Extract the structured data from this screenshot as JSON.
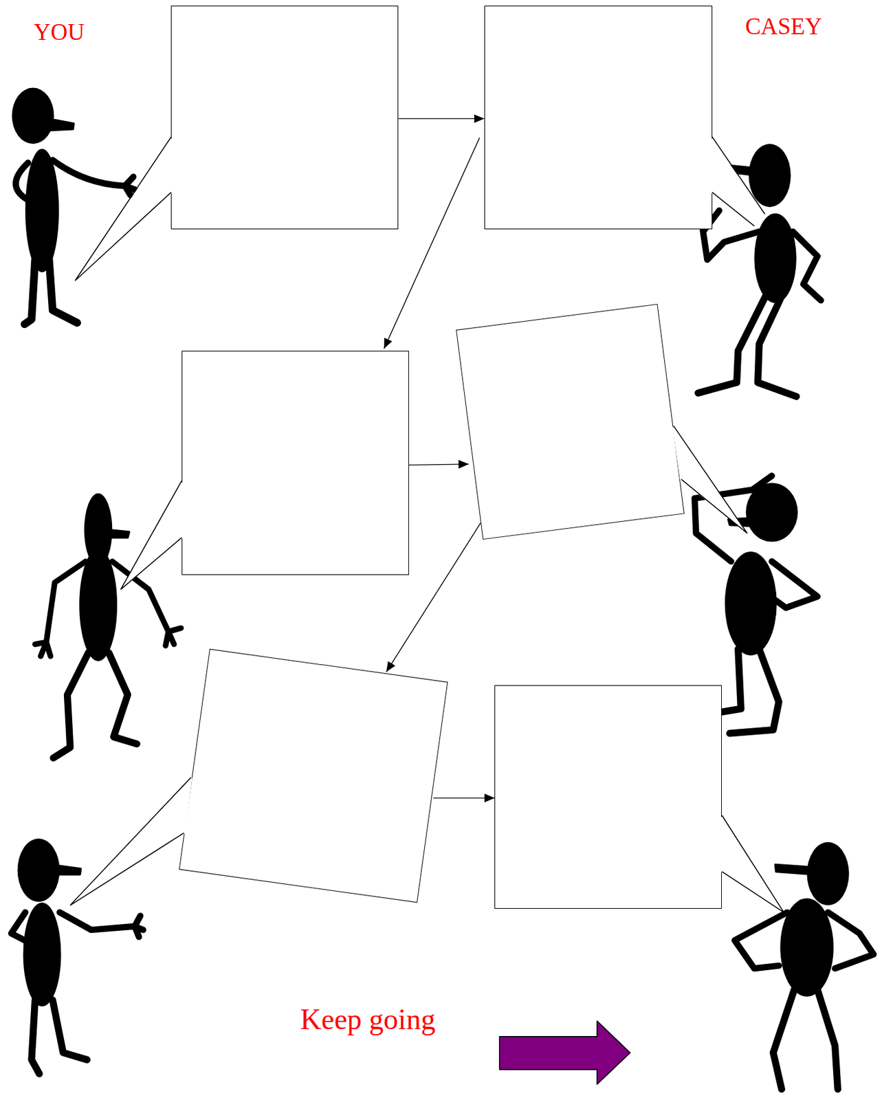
{
  "diagram": {
    "nodes": [
      {
        "text": []
      },
      {
        "text": []
      },
      {
        "text": []
      },
      {
        "text": []
      },
      {
        "text": []
      },
      {
        "text": []
      }
    ],
    "edges": [
      {
        "from": 0,
        "to": 1,
        "arrow": "to"
      },
      {
        "from": 1,
        "to": 2,
        "arrow": "to"
      },
      {
        "from": 2,
        "to": 3,
        "arrow": "to"
      },
      {
        "from": 3,
        "to": 4,
        "arrow": "to"
      },
      {
        "from": 4,
        "to": 5,
        "arrow": "to"
      }
    ],
    "labels": [
      "YOU",
      "CASEY",
      "Keep going"
    ]
  }
}
